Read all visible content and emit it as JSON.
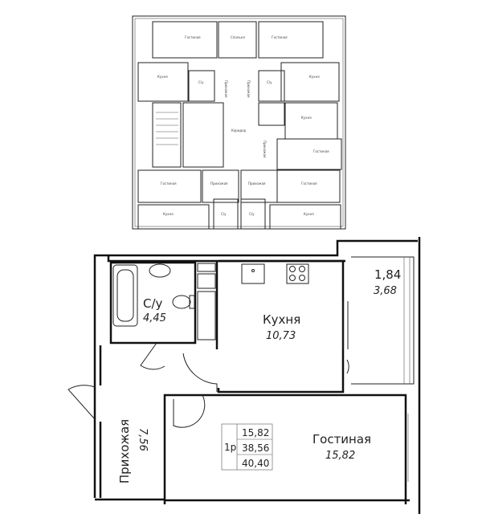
{
  "key_plan": {
    "rooms": [
      {
        "name": "Гостиная"
      },
      {
        "name": "Спальня"
      },
      {
        "name": "Гостиная"
      },
      {
        "name": "Кухня"
      },
      {
        "name": "Кухня"
      },
      {
        "name": "С/у"
      },
      {
        "name": "С/у"
      },
      {
        "name": "Прихожая"
      },
      {
        "name": "Прихожая"
      },
      {
        "name": "Коридор"
      },
      {
        "name": "Кухня"
      },
      {
        "name": "Гостиная"
      },
      {
        "name": "Прихожая"
      },
      {
        "name": "Гостиная"
      },
      {
        "name": "Прихожая"
      },
      {
        "name": "Прихожая"
      },
      {
        "name": "Гостиная"
      },
      {
        "name": "Кухня"
      },
      {
        "name": "С/у"
      },
      {
        "name": "С/у"
      },
      {
        "name": "Кухня"
      }
    ]
  },
  "apartment": {
    "bathroom": {
      "name": "С/у",
      "area": "4,45"
    },
    "kitchen": {
      "name": "Кухня",
      "area": "10,73"
    },
    "balcony": {
      "area": "1,84",
      "reduced_area": "3,68"
    },
    "hallway": {
      "name": "Прихожая",
      "area": "7,56"
    },
    "living": {
      "name": "Гостиная",
      "area": "15,82"
    },
    "summary": {
      "type": "1р",
      "living_area": "15,82",
      "total_area": "38,56",
      "total_with_balcony": "40,40"
    }
  }
}
